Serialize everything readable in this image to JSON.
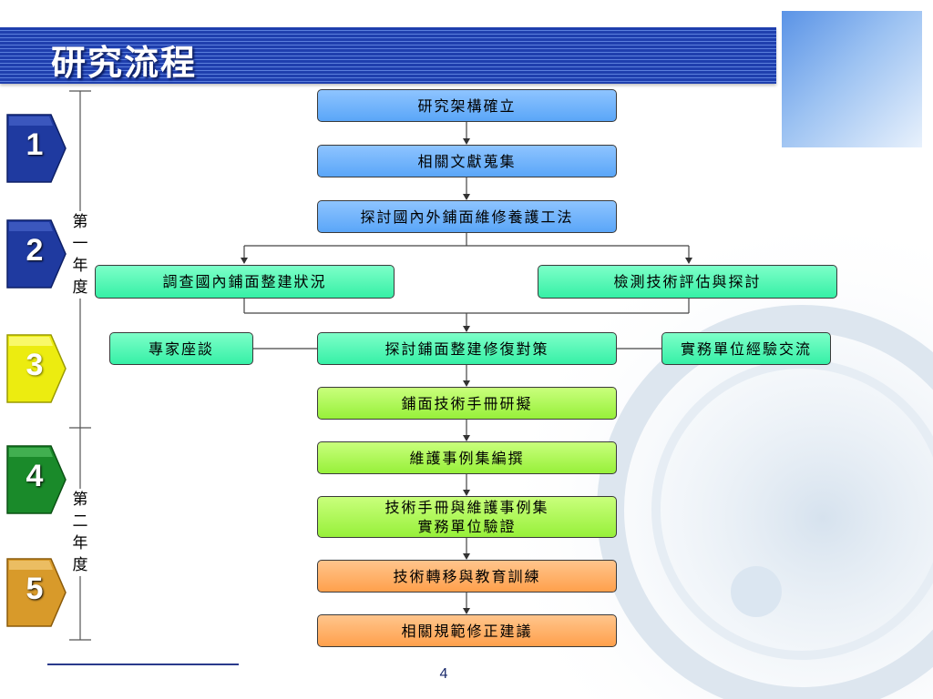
{
  "title": "研究流程",
  "page_number": "4",
  "colors": {
    "title_band": "#1f3fae",
    "box_blue": "#5aa6f8",
    "box_green": "#36f0a6",
    "box_lime": "#97f03a",
    "box_orange": "#ffa04c",
    "badge_blue": "#1f3aa0",
    "badge_yellow": "#e8e800",
    "badge_green": "#1a8a2a",
    "badge_gold": "#d89a2a"
  },
  "steps": [
    {
      "number": "1",
      "color": "badge_blue"
    },
    {
      "number": "2",
      "color": "badge_blue"
    },
    {
      "number": "3",
      "color": "badge_yellow"
    },
    {
      "number": "4",
      "color": "badge_green"
    },
    {
      "number": "5",
      "color": "badge_gold"
    }
  ],
  "years": [
    {
      "label": "第\n一\n年\n度"
    },
    {
      "label": "第\n二\n年\n度"
    }
  ],
  "flow": {
    "framework": "研究架構確立",
    "literature": "相關文獻蒐集",
    "methods": "探討國內外鋪面維修養護工法",
    "survey": "調查國內鋪面整建狀況",
    "evaluation": "檢測技術評估與探討",
    "expert": "專家座談",
    "strategy": "探討鋪面整建修復對策",
    "exchange": "實務單位經驗交流",
    "manual": "鋪面技術手冊研擬",
    "cases": "維護事例集編撰",
    "verification": "技術手冊與維護事例集\n實務單位驗證",
    "training": "技術轉移與教育訓練",
    "regulation": "相關規範修正建議"
  }
}
